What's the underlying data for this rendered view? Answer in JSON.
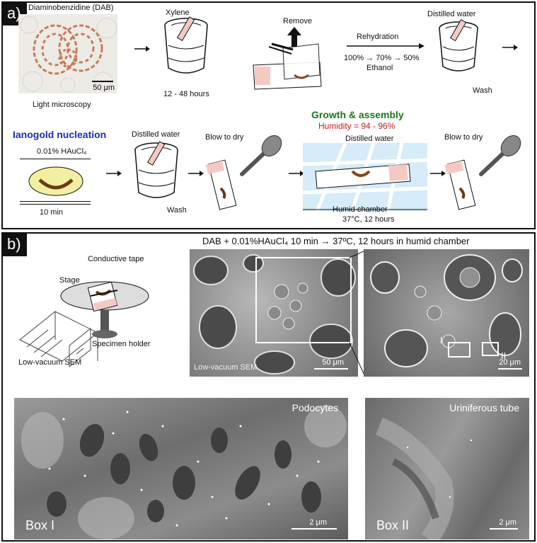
{
  "panel_a": {
    "label": "a)",
    "dab_label": "Diaminobenzidine (DAB)",
    "scale_50um": "50 μm",
    "light_microscopy": "Light microscopy",
    "xylene": "Xylene",
    "xylene_time": "12 - 48 hours",
    "remove": "Remove",
    "rehydration": "Rehydration",
    "ethanol_steps": "100% → 70% → 50%",
    "ethanol": "Ethanol",
    "distilled_water_1": "Distilled water",
    "wash_1": "Wash",
    "nucleation_title": "Ianogold nucleation",
    "haucl4": "0.01% HAuCl₄",
    "nucleation_time": "10 min",
    "distilled_water_2": "Distilled water",
    "wash_2": "Wash",
    "blow_dry_1": "Blow to dry",
    "growth_title": "Growth & assembly",
    "humidity": "Humidity = 94 - 96%",
    "distilled_water_3": "Distilled water",
    "humid_chamber": "Humid chamber",
    "humid_conditions": "37°C, 12 hours",
    "blow_dry_2": "Blow to dry"
  },
  "panel_b": {
    "label": "b)",
    "header": "DAB + 0.01%HAuCl₄ 10 min  →  37ºC, 12 hours in humid chamber",
    "conductive_tape": "Conductive tape",
    "stage": "Stage",
    "specimen_holder": "Specimen holder",
    "low_vacuum_sem": "Low-vacuum SEM",
    "sem1_label": "Low-vacuum SEM",
    "sem1_scale": "50 μm",
    "sem2_scale": "20 μm",
    "box_i_marker": "I",
    "box_ii_marker": "II",
    "podocytes": "Podocytes",
    "box_i": "Box I",
    "box_i_scale": "2 μm",
    "uriniferous": "Uriniferous tube",
    "box_ii": "Box II",
    "box_ii_scale": "2 μm"
  },
  "colors": {
    "nucleation_blue": "#1a2fb0",
    "growth_green": "#1a7a1a",
    "humidity_red": "#d11a1a",
    "stain_brown": "#b5651d",
    "chamber_blue": "#d6ecf8",
    "slide_pink": "#f4c9c4"
  }
}
